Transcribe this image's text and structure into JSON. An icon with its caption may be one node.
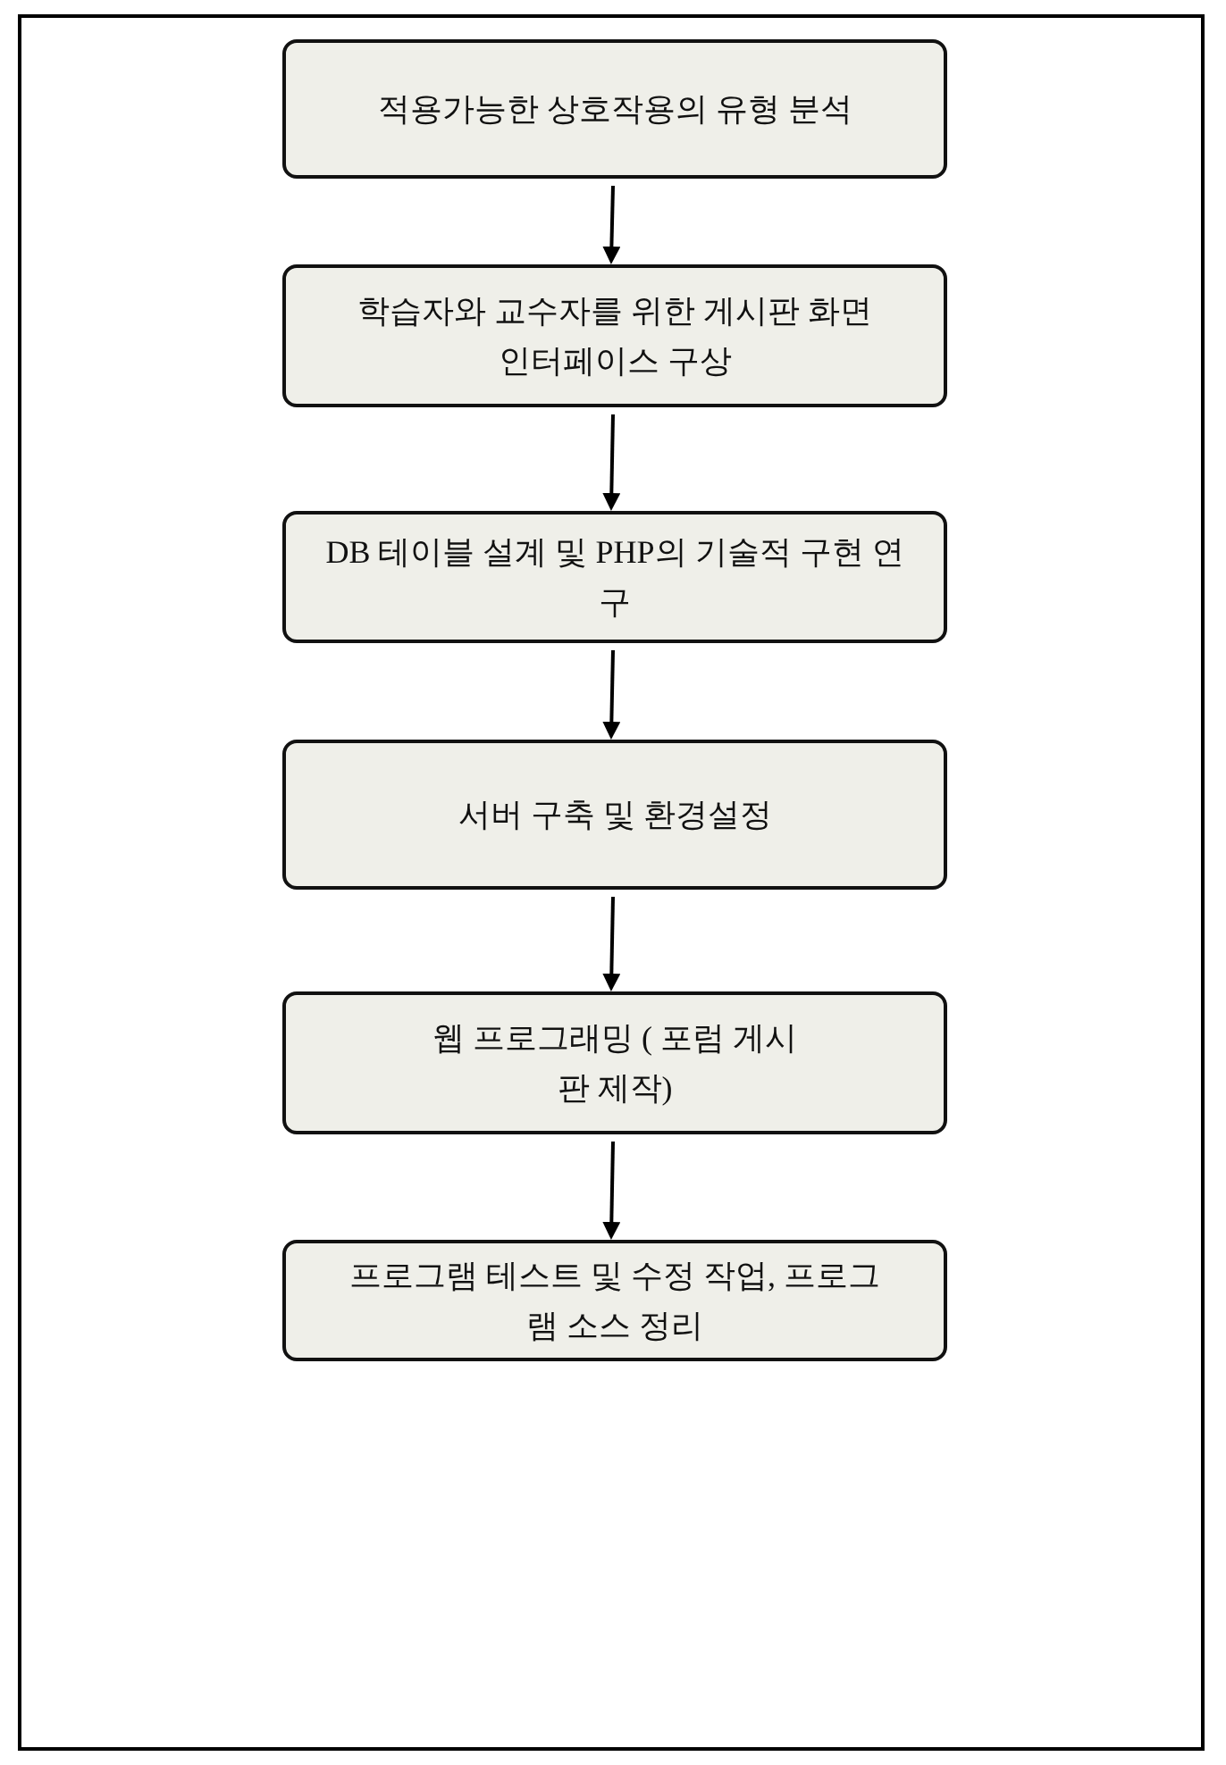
{
  "diagram": {
    "nodes": [
      {
        "text": [
          "적용가능한 상호작용의 유형 분석"
        ]
      },
      {
        "text": [
          "학습자와 교수자를 위한 게시판 화면 인터페이스 구상"
        ]
      },
      {
        "text": [
          "DB 테이블 설계 및 PHP의 기술적 구현 연구"
        ]
      },
      {
        "text": [
          "서버 구축 및 환경설정"
        ]
      },
      {
        "text": [
          "웹 프로그래밍 ( 포럼 게시판 제작)"
        ]
      },
      {
        "text": [
          "프로그램 테스트 및 수정 작업, 프로그램 소스 정리"
        ]
      }
    ],
    "edges": [
      {
        "from": 0,
        "to": 1,
        "arrow": "to"
      },
      {
        "from": 1,
        "to": 2,
        "arrow": "to"
      },
      {
        "from": 2,
        "to": 3,
        "arrow": "to"
      },
      {
        "from": 3,
        "to": 4,
        "arrow": "to"
      },
      {
        "from": 4,
        "to": 5,
        "arrow": "to"
      }
    ]
  }
}
